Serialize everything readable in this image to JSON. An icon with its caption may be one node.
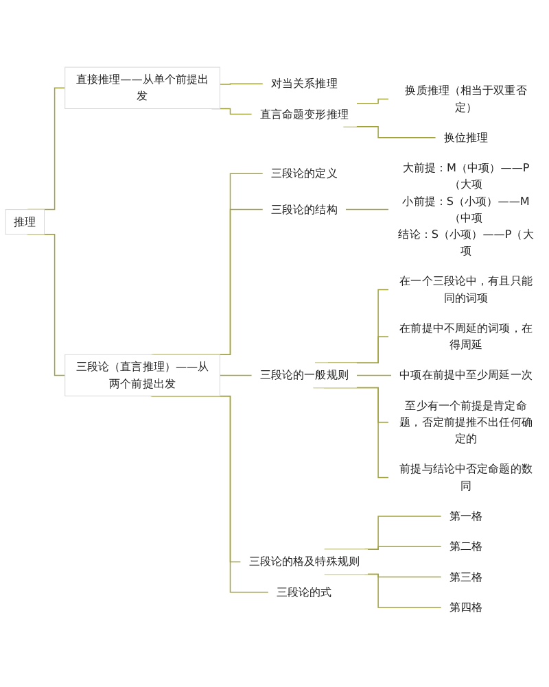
{
  "diagram": {
    "nodes": [
      {
        "text": [
          "推理"
        ]
      },
      {
        "text": [
          "直接推理——从单个前提出发"
        ]
      },
      {
        "text": [
          "对当关系推理"
        ]
      },
      {
        "text": [
          "直言命题变形推理"
        ]
      },
      {
        "text": [
          "换质推理（相当于双重否定）"
        ]
      },
      {
        "text": [
          "换位推理"
        ]
      },
      {
        "text": [
          "三段论（直言推理）——从两个前提出发"
        ]
      },
      {
        "text": [
          "三段论的定义"
        ]
      },
      {
        "text": [
          "三段论的结构"
        ]
      },
      {
        "text": [
          "大前提：M（中项）——P（大项",
          "小前提：S（小项）——M（中项",
          "结论：S（小项）——P（大项"
        ]
      },
      {
        "text": [
          "三段论的一般规则"
        ]
      },
      {
        "text": [
          "在一个三段论中，有且只能同的词项"
        ]
      },
      {
        "text": [
          "在前提中不周延的词项，在得周延"
        ]
      },
      {
        "text": [
          "中项在前提中至少周延一次"
        ]
      },
      {
        "text": [
          "至少有一个前提是肯定命题，否定前提推不出任何确定的"
        ]
      },
      {
        "text": [
          "前提与结论中否定命题的数同"
        ]
      },
      {
        "text": [
          "三段论的格及特殊规则"
        ]
      },
      {
        "text": [
          "第一格"
        ]
      },
      {
        "text": [
          "第二格"
        ]
      },
      {
        "text": [
          "第三格"
        ]
      },
      {
        "text": [
          "第四格"
        ]
      },
      {
        "text": [
          "三段论的式"
        ]
      }
    ],
    "edges": [
      {
        "from": 0,
        "to": 1,
        "arrow": "none"
      },
      {
        "from": 0,
        "to": 6,
        "arrow": "none"
      },
      {
        "from": 1,
        "to": 2,
        "arrow": "none"
      },
      {
        "from": 1,
        "to": 3,
        "arrow": "none"
      },
      {
        "from": 3,
        "to": 4,
        "arrow": "none"
      },
      {
        "from": 3,
        "to": 5,
        "arrow": "none"
      },
      {
        "from": 6,
        "to": 7,
        "arrow": "none"
      },
      {
        "from": 6,
        "to": 8,
        "arrow": "none"
      },
      {
        "from": 8,
        "to": 9,
        "arrow": "none"
      },
      {
        "from": 6,
        "to": 10,
        "arrow": "none"
      },
      {
        "from": 10,
        "to": 11,
        "arrow": "none"
      },
      {
        "from": 10,
        "to": 12,
        "arrow": "none"
      },
      {
        "from": 10,
        "to": 13,
        "arrow": "none"
      },
      {
        "from": 10,
        "to": 14,
        "arrow": "none"
      },
      {
        "from": 10,
        "to": 15,
        "arrow": "none"
      },
      {
        "from": 6,
        "to": 16,
        "arrow": "none"
      },
      {
        "from": 16,
        "to": 17,
        "arrow": "none"
      },
      {
        "from": 16,
        "to": 18,
        "arrow": "none"
      },
      {
        "from": 16,
        "to": 19,
        "arrow": "none"
      },
      {
        "from": 16,
        "to": 20,
        "arrow": "none"
      },
      {
        "from": 6,
        "to": 21,
        "arrow": "none"
      }
    ]
  }
}
